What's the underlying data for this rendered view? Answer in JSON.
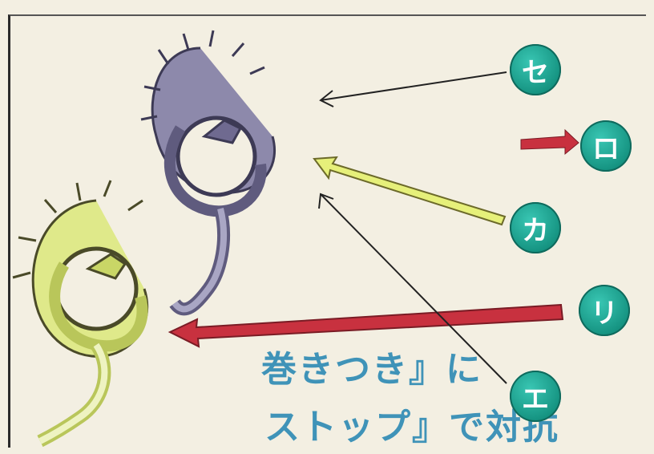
{
  "caption": {
    "line1": "巻きつき』に",
    "line2": "ストップ』で対抗"
  },
  "badges": {
    "se": "セ",
    "ro": "ロ",
    "ka": "カ",
    "ri": "リ",
    "e": "エ"
  },
  "colors": {
    "badge": "#159381",
    "caption": "#3f93b8",
    "red_arrow": "#c8313f",
    "yellow_arrow": "#e6f07a",
    "dragon_gray": "#7f7aa0",
    "dragon_yellow": "#cfe06a"
  }
}
